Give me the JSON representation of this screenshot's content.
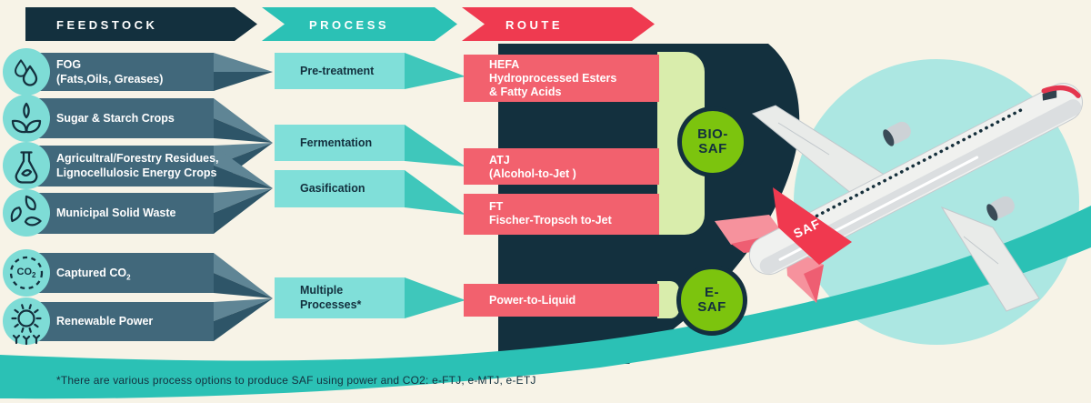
{
  "colors": {
    "background_cream": "#F7F3E7",
    "dark_navy": "#13303E",
    "slate_bar": "#41687B",
    "teal": "#2BC1B5",
    "light_teal_box": "#80DFD9",
    "light_teal_circle_backdrop": "#ACE7E2",
    "header_red": "#EF3A50",
    "route_red": "#F2616E",
    "saf_green": "#7CC40E",
    "light_green_bracket": "#D9EDAC"
  },
  "header": {
    "steps": [
      {
        "label": "FEEDSTOCK"
      },
      {
        "label": "PROCESS"
      },
      {
        "label": "ROUTE"
      }
    ]
  },
  "feedstock": {
    "items": [
      {
        "icon": "droplets-icon",
        "line1": "FOG",
        "line2": "(Fats,Oils, Greases)"
      },
      {
        "icon": "sprout-icon",
        "line1": "Sugar & Starch Crops"
      },
      {
        "icon": "flask-leaf-icon",
        "line1": "Agricultral/Forestry Residues,",
        "line2": "Lignocellulosic Energy Crops"
      },
      {
        "icon": "recycle-leaves-icon",
        "line1": "Municipal Solid Waste"
      },
      {
        "icon": "co2-icon",
        "line1": "Captured CO",
        "sub": "2"
      },
      {
        "icon": "renewable-power-icon",
        "line1": "Renewable Power"
      }
    ]
  },
  "process": {
    "items": [
      {
        "label": "Pre-treatment"
      },
      {
        "label": "Fermentation"
      },
      {
        "label": "Gasification"
      },
      {
        "label": "Multiple Processes*"
      }
    ]
  },
  "route": {
    "items": [
      {
        "abbr": "HEFA",
        "line1": "Hydroprocessed Esters",
        "line2": "& Fatty Acids"
      },
      {
        "abbr": "ATJ",
        "line1": "(Alcohol-to-Jet )"
      },
      {
        "abbr": "FT",
        "line1": "Fischer-Tropsch to-Jet"
      },
      {
        "abbr": "Power-to-Liquid"
      }
    ]
  },
  "outputs": {
    "bio": {
      "line1": "BIO-",
      "line2": "SAF"
    },
    "e": {
      "line1": "E-",
      "line2": "SAF"
    }
  },
  "plane": {
    "tail_label": "SAF"
  },
  "icon_co2_label": {
    "text": "CO",
    "sub": "2"
  },
  "footnote": "*There are various process options to produce SAF using power and CO2: e-FTJ, e-MTJ, e-ETJ"
}
